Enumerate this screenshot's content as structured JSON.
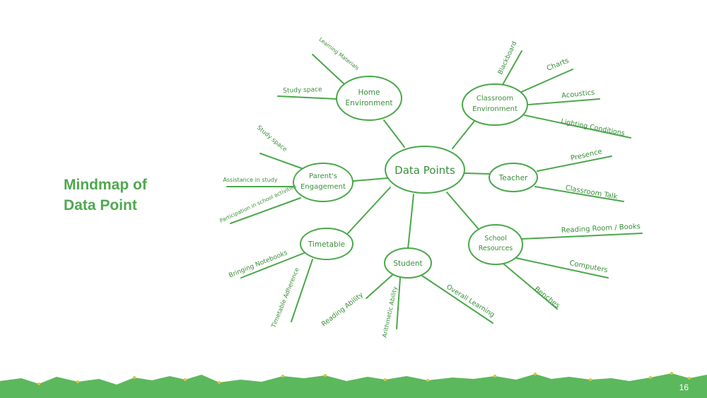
{
  "slide": {
    "title_line1": "Mindmap of",
    "title_line2": "Data Point",
    "page_number": "16"
  },
  "colors": {
    "accent": "#4fa84f",
    "line": "#4aa84a",
    "ground": "#5cb85c",
    "dots": "#d8c640"
  },
  "mindmap": {
    "center": "Data Points",
    "home": {
      "label1": "Home",
      "label2": "Environment",
      "leaves": [
        "Learning Materials",
        "Study space"
      ]
    },
    "classroom": {
      "label1": "Classroom",
      "label2": "Environment",
      "leaves": [
        "Blackboard",
        "Charts",
        "Acoustics",
        "Lighting Conditions"
      ]
    },
    "teacher": {
      "label": "Teacher",
      "leaves": [
        "Presence",
        "Classroom Talk"
      ]
    },
    "resources": {
      "label1": "School",
      "label2": "Resources",
      "leaves": [
        "Reading Room / Books",
        "Computers",
        "Benches"
      ]
    },
    "student": {
      "label": "Student",
      "leaves": [
        "Reading Ability",
        "Arithmetic Ability",
        "Overall Learning"
      ]
    },
    "timetable": {
      "label": "Timetable",
      "leaves": [
        "Bringing Notebooks",
        "Timetable Adherence"
      ]
    },
    "parents": {
      "label1": "Parent's",
      "label2": "Engagement",
      "leaves": [
        "Study space",
        "Assistance in study",
        "Participation in school activities"
      ]
    }
  }
}
